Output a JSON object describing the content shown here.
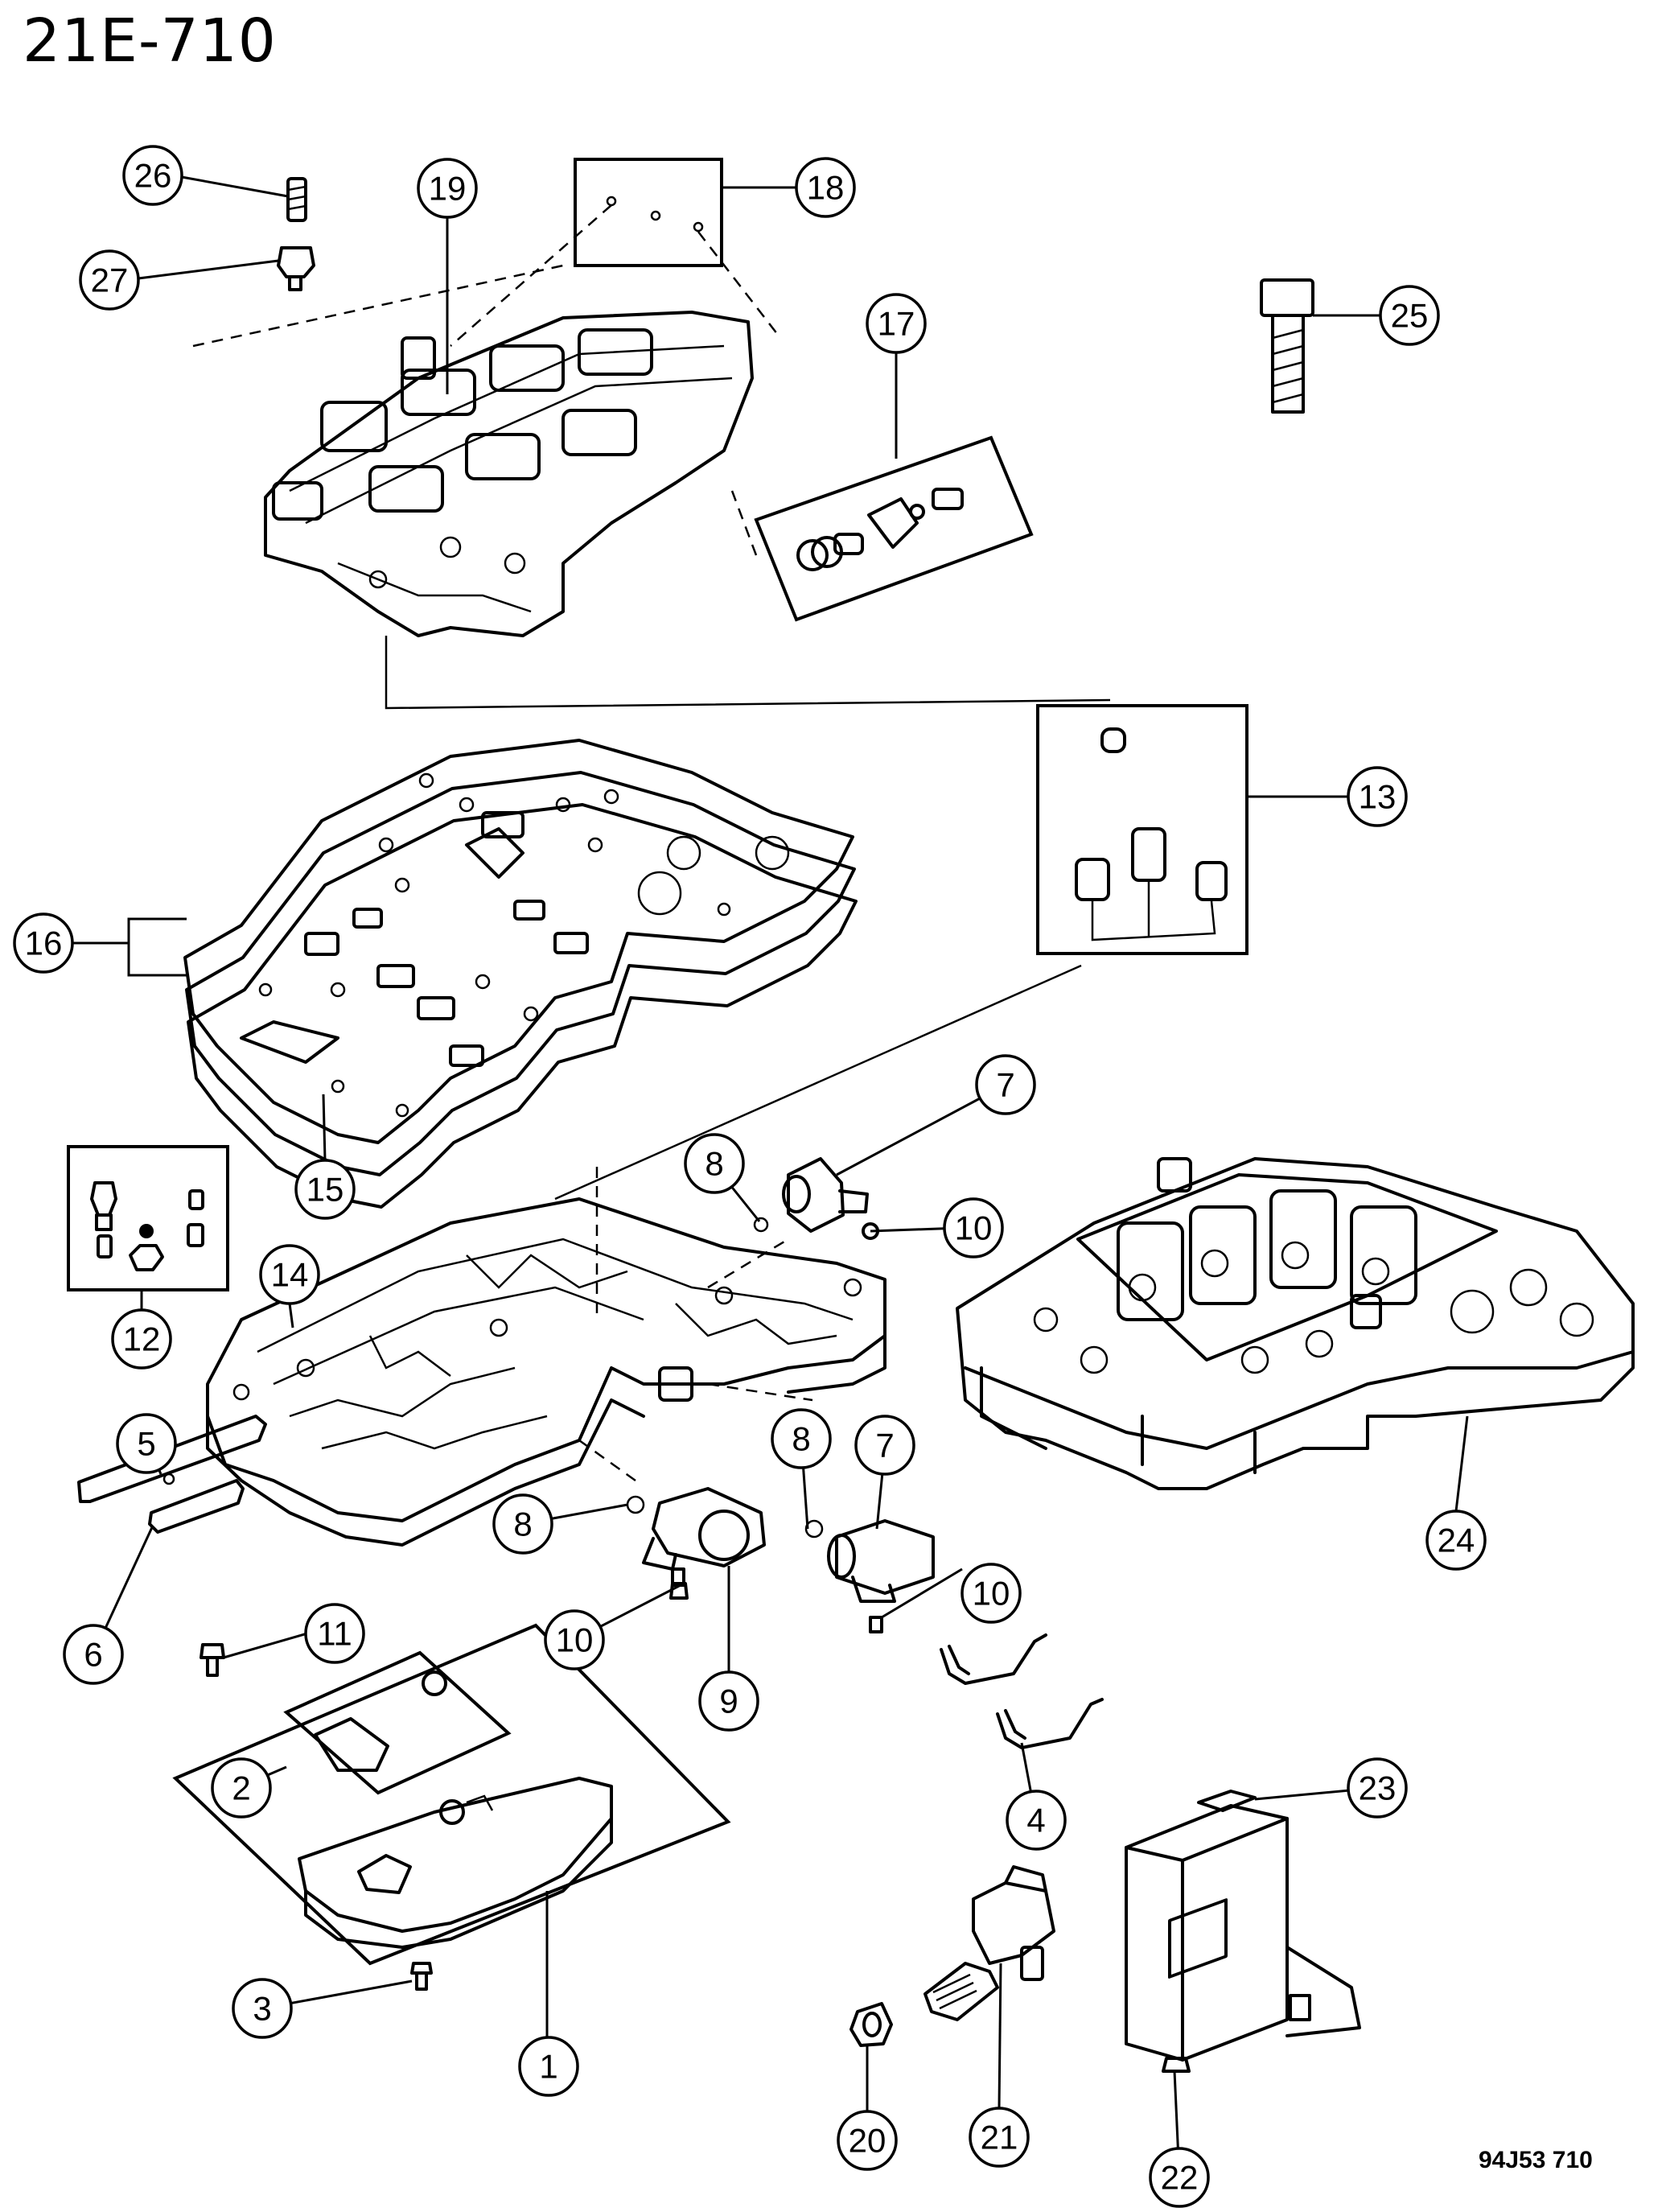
{
  "header": {
    "sheet_code": "21E-710"
  },
  "footer": {
    "drawing_code": "94J53 710"
  },
  "callouts": {
    "c1": "1",
    "c2": "2",
    "c3": "3",
    "c4": "4",
    "c5": "5",
    "c6": "6",
    "c7a": "7",
    "c7b": "7",
    "c8a": "8",
    "c8b": "8",
    "c8c": "8",
    "c9": "9",
    "c10a": "10",
    "c10b": "10",
    "c10c": "10",
    "c11": "11",
    "c12": "12",
    "c13": "13",
    "c14": "14",
    "c15": "15",
    "c16": "16",
    "c17": "17",
    "c18": "18",
    "c19": "19",
    "c20": "20",
    "c21": "21",
    "c22": "22",
    "c23": "23",
    "c24": "24",
    "c25": "25",
    "c26": "26",
    "c27": "27"
  }
}
